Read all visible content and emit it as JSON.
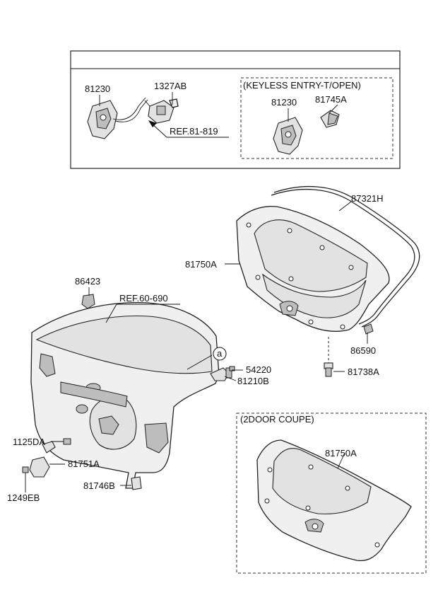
{
  "labels": {
    "p81230_top": "81230",
    "p1327AB": "1327AB",
    "ref81819": "REF.81-819",
    "keyless_title": "(KEYLESS ENTRY-T/OPEN)",
    "p81230_keyless": "81230",
    "p81745A": "81745A",
    "p87321H": "87321H",
    "p81750A_main": "81750A",
    "p86423": "86423",
    "ref60690": "REF.60-690",
    "p86590": "86590",
    "circle_a": "a",
    "p54220": "54220",
    "p81210B": "81210B",
    "p81738A": "81738A",
    "p1125DA": "1125DA",
    "p81751A": "81751A",
    "p1249EB": "1249EB",
    "p81746B": "81746B",
    "coupe_title": "(2DOOR COUPE)",
    "p81750A_coupe": "81750A"
  }
}
